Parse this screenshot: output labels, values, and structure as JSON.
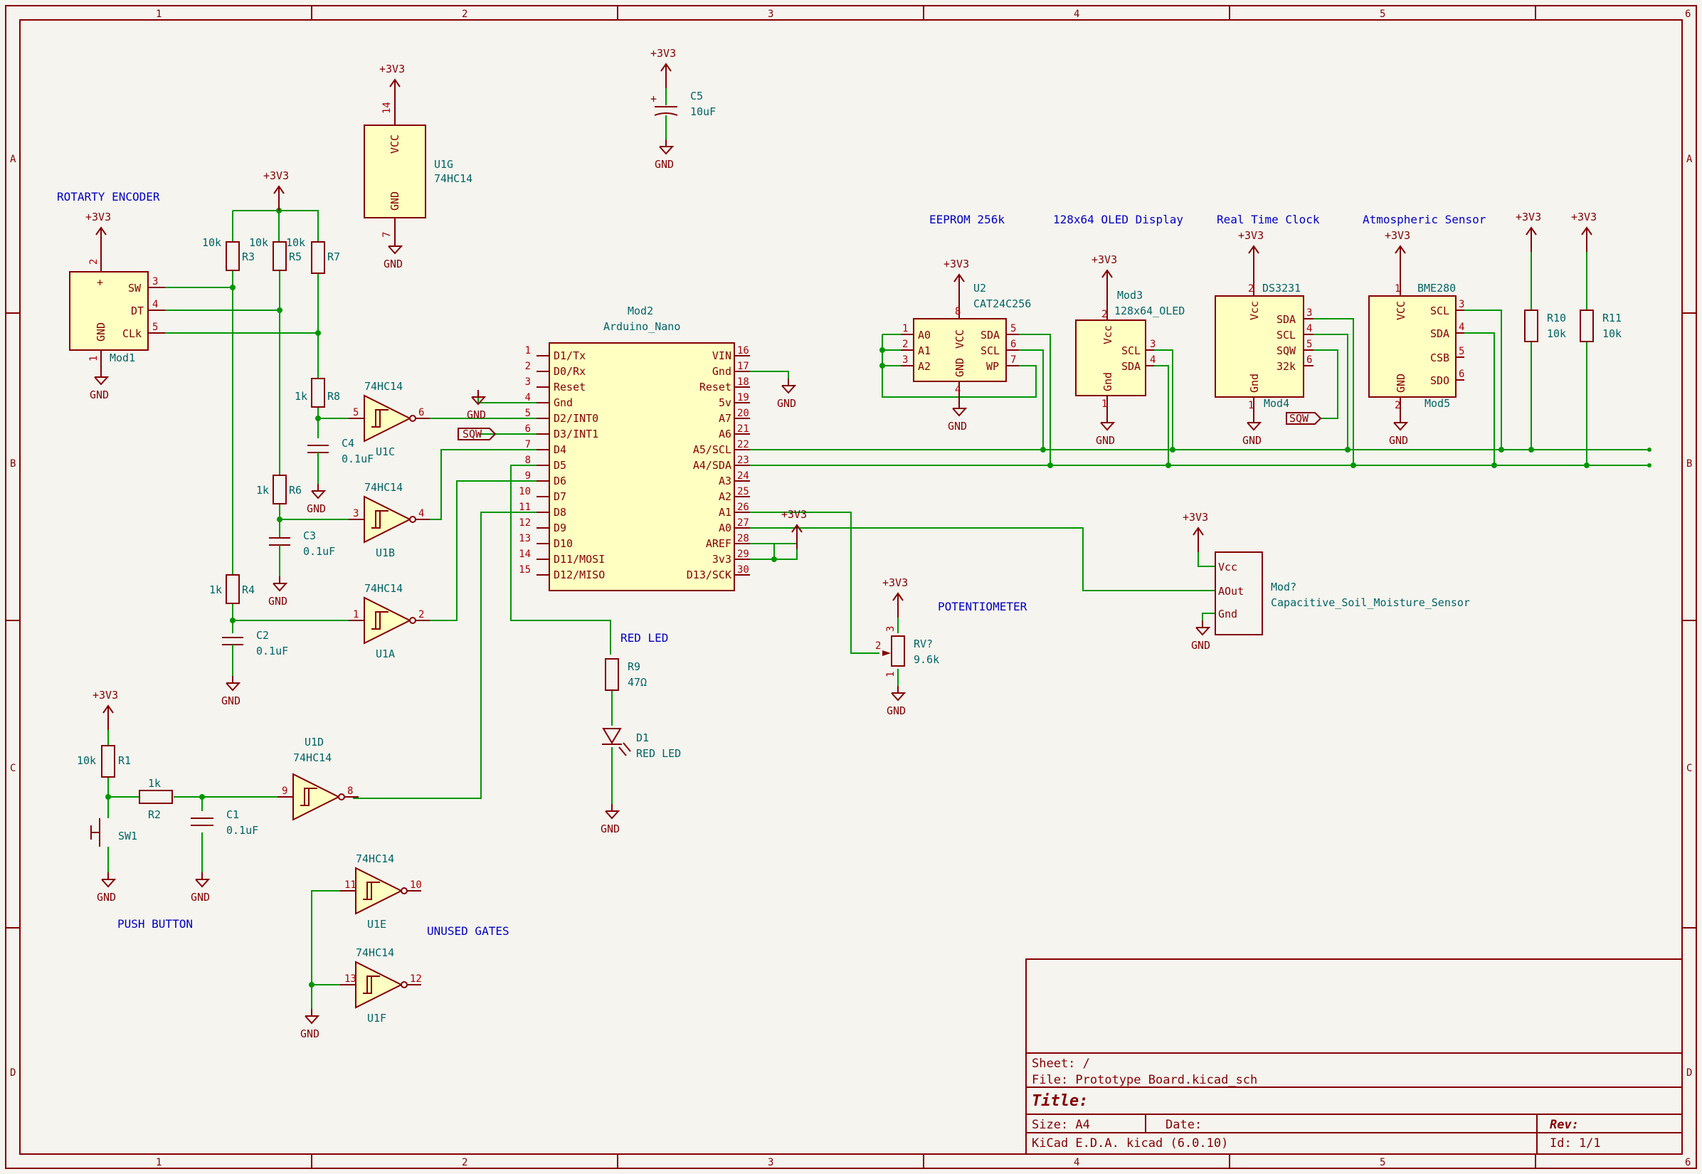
{
  "frame": {
    "col_labels": [
      "1",
      "2",
      "3",
      "4",
      "5",
      "6"
    ],
    "row_labels": [
      "A",
      "B",
      "C",
      "D"
    ]
  },
  "notes": {
    "rotary": "ROTARTY ENCODER",
    "push": "PUSH BUTTON",
    "unused": "UNUSED GATES",
    "pot": "POTENTIOMETER",
    "redled": "RED LED",
    "eeprom": "EEPROM 256k",
    "oled": "128x64 OLED Display",
    "rtc": "Real Time Clock",
    "atmo": "Atmospheric Sensor"
  },
  "power": {
    "v": "+3V3",
    "g": "GND"
  },
  "labels": {
    "sqw": "SQW"
  },
  "parts": {
    "u1g": {
      "ref": "U1G",
      "val": "74HC14",
      "p14": "14",
      "p7": "7",
      "vcc": "VCC",
      "gnd": "GND"
    },
    "c5": {
      "ref": "C5",
      "val": "10uF"
    },
    "mod1": {
      "ref": "Mod1",
      "plus": "+",
      "gnd": "GND",
      "sw": "SW",
      "dt": "DT",
      "clk": "CLk",
      "p2": "2",
      "p1": "1",
      "p3": "3",
      "p4": "4",
      "p5": "5"
    },
    "r3": {
      "ref": "R3",
      "val": "10k"
    },
    "r5": {
      "ref": "R5",
      "val": "10k"
    },
    "r7": {
      "ref": "R7",
      "val": "10k"
    },
    "r8": {
      "ref": "R8",
      "val": "1k"
    },
    "r6": {
      "ref": "R6",
      "val": "1k"
    },
    "r4": {
      "ref": "R4",
      "val": "1k"
    },
    "c4": {
      "ref": "C4",
      "val": "0.1uF"
    },
    "c3": {
      "ref": "C3",
      "val": "0.1uF"
    },
    "c2": {
      "ref": "C2",
      "val": "0.1uF"
    },
    "u1c": {
      "ref": "U1C",
      "val": "74HC14",
      "pi": "5",
      "po": "6"
    },
    "u1b": {
      "ref": "U1B",
      "val": "74HC14",
      "pi": "3",
      "po": "4"
    },
    "u1a": {
      "ref": "U1A",
      "val": "74HC14",
      "pi": "1",
      "po": "2"
    },
    "u1d": {
      "ref": "U1D",
      "val": "74HC14",
      "pi": "9",
      "po": "8"
    },
    "u1e": {
      "ref": "U1E",
      "val": "74HC14",
      "pi": "11",
      "po": "10"
    },
    "u1f": {
      "ref": "U1F",
      "val": "74HC14",
      "pi": "13",
      "po": "12"
    },
    "r1": {
      "ref": "R1",
      "val": "10k"
    },
    "r2": {
      "ref": "R2",
      "val": "1k"
    },
    "c1": {
      "ref": "C1",
      "val": "0.1uF"
    },
    "sw1": {
      "ref": "SW1"
    },
    "mod2": {
      "ref": "Mod2",
      "val": "Arduino_Nano",
      "left": [
        {
          "n": "1",
          "t": "D1/Tx"
        },
        {
          "n": "2",
          "t": "D0/Rx"
        },
        {
          "n": "3",
          "t": "Reset"
        },
        {
          "n": "4",
          "t": "Gnd"
        },
        {
          "n": "5",
          "t": "D2/INT0"
        },
        {
          "n": "6",
          "t": "D3/INT1"
        },
        {
          "n": "7",
          "t": "D4"
        },
        {
          "n": "8",
          "t": "D5"
        },
        {
          "n": "9",
          "t": "D6"
        },
        {
          "n": "10",
          "t": "D7"
        },
        {
          "n": "11",
          "t": "D8"
        },
        {
          "n": "12",
          "t": "D9"
        },
        {
          "n": "13",
          "t": "D10"
        },
        {
          "n": "14",
          "t": "D11/MOSI"
        },
        {
          "n": "15",
          "t": "D12/MISO"
        }
      ],
      "right": [
        {
          "n": "16",
          "t": "VIN"
        },
        {
          "n": "17",
          "t": "Gnd"
        },
        {
          "n": "18",
          "t": "Reset"
        },
        {
          "n": "19",
          "t": "5v"
        },
        {
          "n": "20",
          "t": "A7"
        },
        {
          "n": "21",
          "t": "A6"
        },
        {
          "n": "22",
          "t": "A5/SCL"
        },
        {
          "n": "23",
          "t": "A4/SDA"
        },
        {
          "n": "24",
          "t": "A3"
        },
        {
          "n": "25",
          "t": "A2"
        },
        {
          "n": "26",
          "t": "A1"
        },
        {
          "n": "27",
          "t": "A0"
        },
        {
          "n": "28",
          "t": "AREF"
        },
        {
          "n": "29",
          "t": "3v3"
        },
        {
          "n": "30",
          "t": "D13/SCK"
        }
      ]
    },
    "r9": {
      "ref": "R9",
      "val": "47Ω"
    },
    "d1": {
      "ref": "D1",
      "val": "RED LED"
    },
    "rv7": {
      "ref": "RV?",
      "val": "9.6k",
      "p1": "1",
      "p2": "2",
      "p3": "3"
    },
    "mod7": {
      "ref": "Mod?",
      "val": "Capacitive_Soil_Moisture_Sensor",
      "vcc": "Vcc",
      "aout": "AOut",
      "gnd": "Gnd"
    },
    "u2": {
      "ref": "U2",
      "val": "CAT24C256",
      "a0": "A0",
      "a1": "A1",
      "a2": "A2",
      "vcc": "VCC",
      "gnd": "GND",
      "sda": "SDA",
      "scl": "SCL",
      "wp": "WP",
      "p1": "1",
      "p2": "2",
      "p3": "3",
      "p4": "4",
      "p5": "5",
      "p6": "6",
      "p7": "7",
      "p8": "8"
    },
    "mod3": {
      "ref": "Mod3",
      "val": "128x64_OLED",
      "vcc": "Vcc",
      "gnd": "Gnd",
      "scl": "SCL",
      "sda": "SDA",
      "p1": "1",
      "p2": "2",
      "p3": "3",
      "p4": "4"
    },
    "mod4": {
      "ref": "Mod4",
      "val": "DS3231",
      "vcc": "Vcc",
      "gnd": "Gnd",
      "sda": "SDA",
      "scl": "SCL",
      "sqw": "SQW",
      "k32": "32k",
      "p1": "1",
      "p2": "2",
      "p3": "3",
      "p4": "4",
      "p5": "5",
      "p6": "6"
    },
    "mod5": {
      "ref": "Mod5",
      "val": "BME280",
      "vcc": "VCC",
      "gnd": "GND",
      "scl": "SCL",
      "sda": "SDA",
      "csb": "CSB",
      "sdo": "SDO",
      "p1": "1",
      "p2": "2",
      "p3": "3",
      "p4": "4",
      "p5": "5",
      "p6": "6"
    },
    "r10": {
      "ref": "R10",
      "val": "10k"
    },
    "r11": {
      "ref": "R11",
      "val": "10k"
    }
  },
  "title_block": {
    "sheet": "Sheet: /",
    "file": "File: Prototype Board.kicad_sch",
    "title": "Title:",
    "size": "Size: A4",
    "date": "Date:",
    "rev": "Rev:",
    "tool": "KiCad E.D.A.  kicad (6.0.10)",
    "id": "Id: 1/1"
  }
}
